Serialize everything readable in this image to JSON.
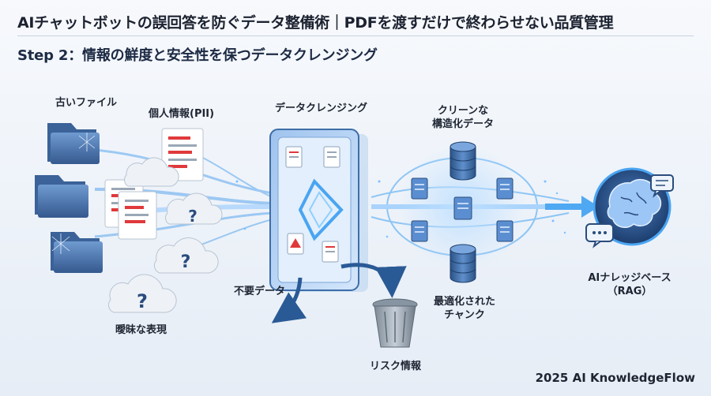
{
  "header": {
    "title": "AIチャットボットの誤回答を防ぐデータ整備術｜PDFを渡すだけで終わらせない品質管理",
    "step": "Step 2：情報の鮮度と安全性を保つデータクレンジング"
  },
  "inputs": {
    "old_files": "古いファイル",
    "pii": "個人情報(PII)",
    "ambiguous": "曖昧な表現"
  },
  "process": {
    "cleansing": "データクレンジング",
    "unneeded": "不要データ",
    "risk": "リスク情報"
  },
  "outputs": {
    "clean_line1": "クリーンな",
    "clean_line2": "構造化データ",
    "chunks_line1": "最適化された",
    "chunks_line2": "チャンク",
    "kb_line1": "AIナレッジベース",
    "kb_line2": "（RAG）"
  },
  "footer": "2025 AI KnowledgeFlow",
  "colors": {
    "accent": "#2f8fe6",
    "dark_blue": "#2a4c7c",
    "warning_red": "#e0393b",
    "gray": "#8e9ba9"
  },
  "icons": [
    "folder-icon",
    "document-icon",
    "question-cloud-icon",
    "filter-panel-icon",
    "database-icon",
    "brain-icon",
    "trash-icon",
    "chat-bubble-icon"
  ]
}
